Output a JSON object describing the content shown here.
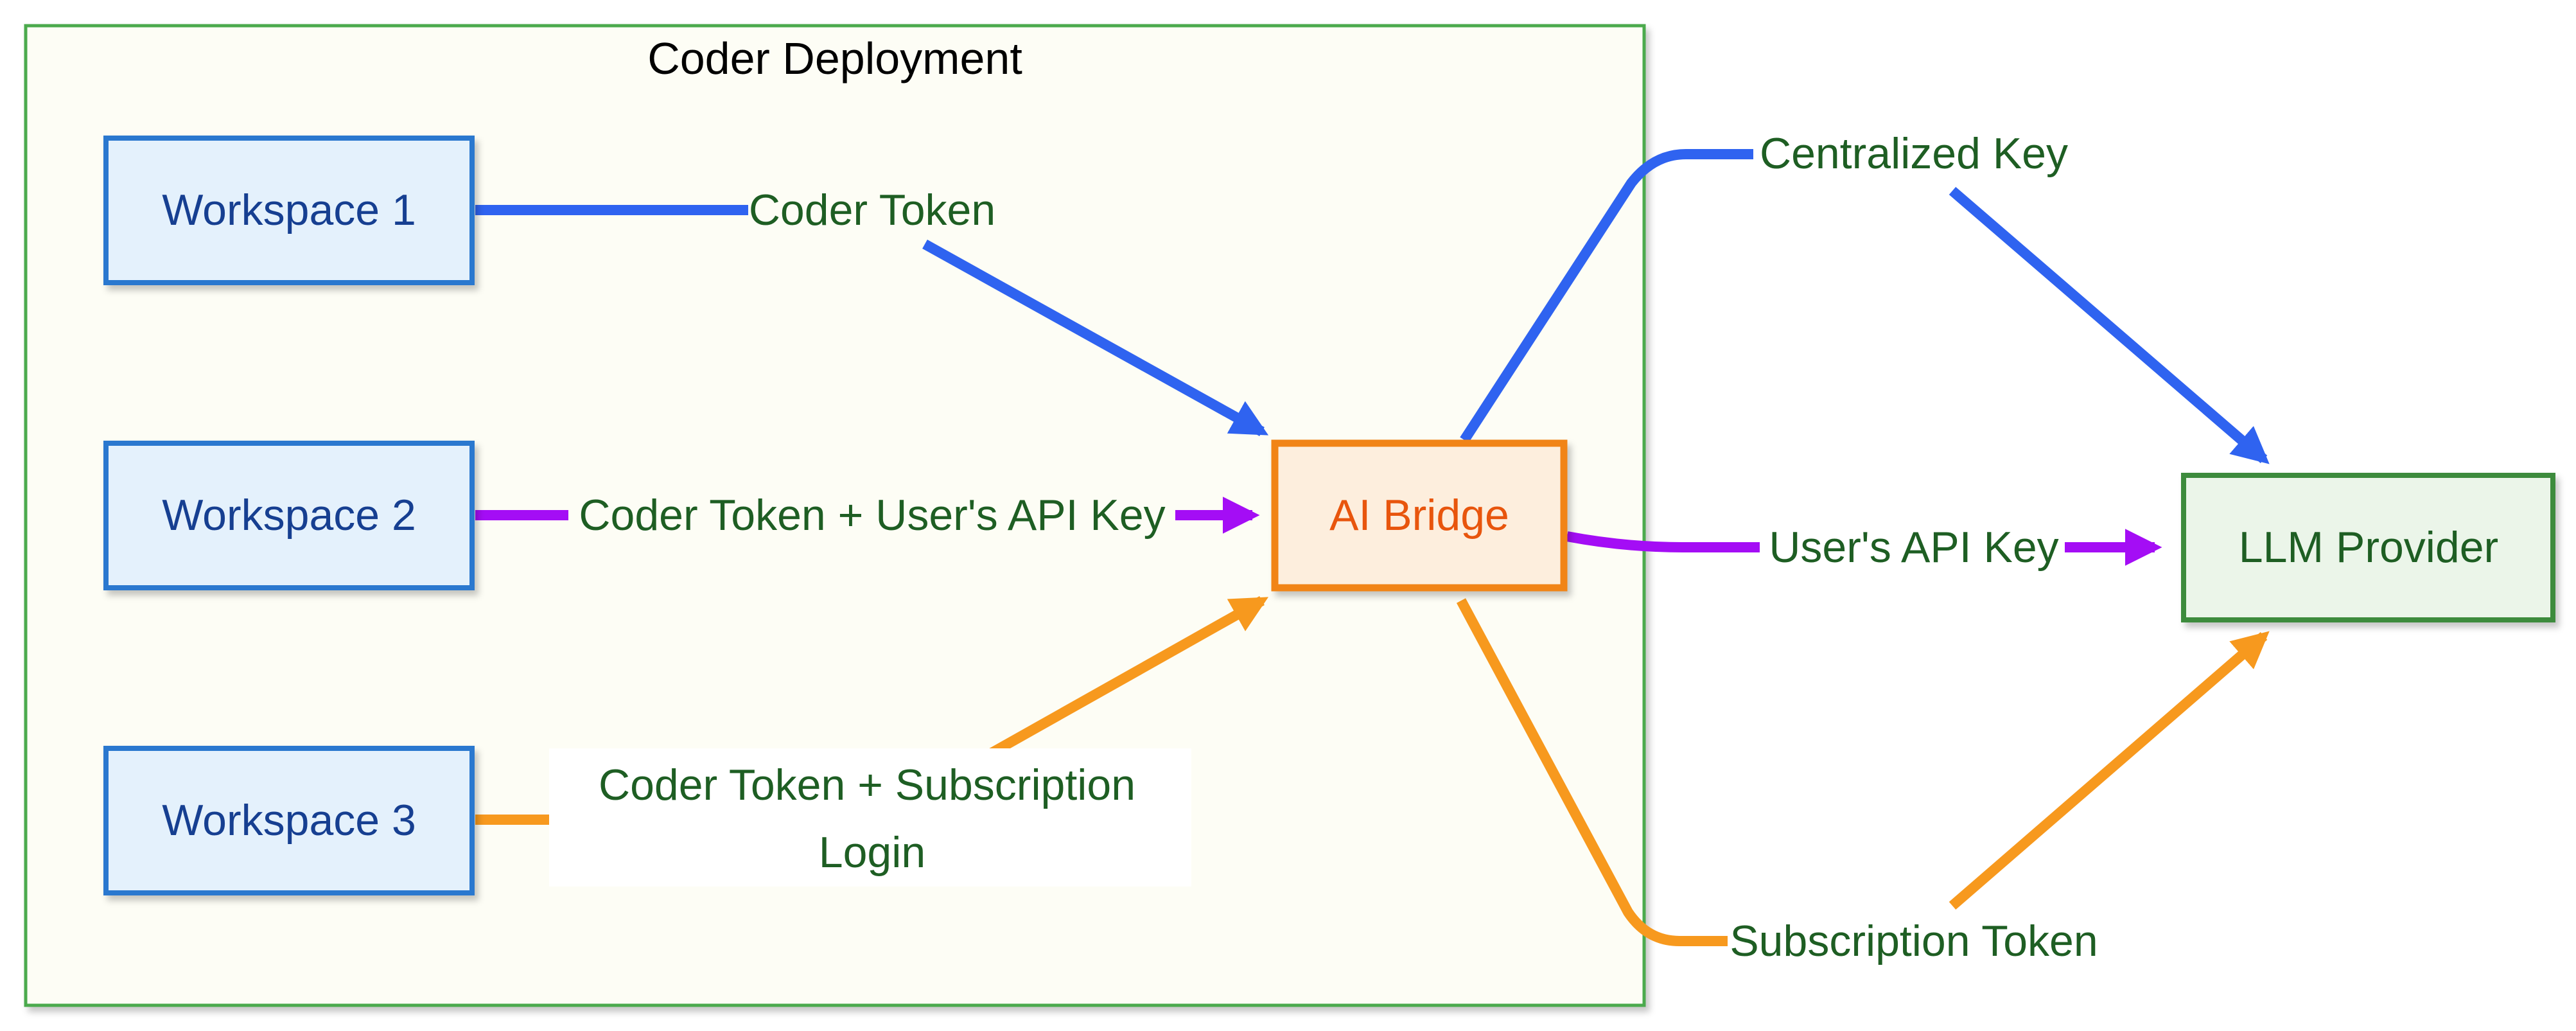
{
  "deployment": {
    "title": "Coder Deployment"
  },
  "nodes": {
    "workspace_1": "Workspace 1",
    "workspace_2": "Workspace 2",
    "workspace_3": "Workspace 3",
    "ai_bridge": "AI Bridge",
    "llm_provider": "LLM Provider"
  },
  "edges": {
    "coder_token": "Coder Token",
    "coder_token_user_key": "Coder Token + User's API Key",
    "coder_token_subscription_line1": "Coder Token + Subscription",
    "coder_token_subscription_line2": "Login",
    "centralized_key": "Centralized Key",
    "users_api_key": "User's API Key",
    "subscription_token": "Subscription Token"
  },
  "colors": {
    "blue": "#2f63f0",
    "purple": "#a40df5",
    "orange": "#f7991e",
    "label_green": "#1e5e23",
    "workspace_fill": "#e4f1fc",
    "workspace_border": "#2a78cf",
    "workspace_text": "#163f91",
    "bridge_fill": "#fdeedd",
    "bridge_border": "#f18418",
    "bridge_text": "#e8550d",
    "provider_fill": "#ebf5e9",
    "provider_border": "#3d8b3e",
    "provider_text": "#1e5e23",
    "deployment_fill": "#fdfdf5",
    "deployment_border": "#4caa4e"
  }
}
